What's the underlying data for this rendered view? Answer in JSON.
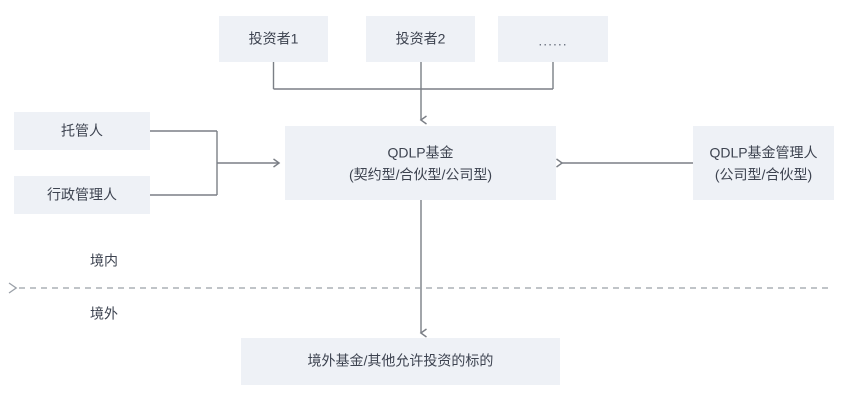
{
  "diagram": {
    "title": "QDLP fund structure diagram",
    "colors": {
      "box_fill": "#eef1f6",
      "text": "#3d4350",
      "connector": "#7b7f86",
      "divider": "#9aa0a8",
      "background": "#ffffff"
    },
    "nodes": {
      "investor1": {
        "label": "投资者1"
      },
      "investor2": {
        "label": "投资者2"
      },
      "investor_more": {
        "label": "......"
      },
      "custodian": {
        "label": "托管人"
      },
      "administrator": {
        "label": "行政管理人"
      },
      "fund": {
        "label_line1": "QDLP基金",
        "label_line2": "(契约型/合伙型/公司型)"
      },
      "manager": {
        "label_line1": "QDLP基金管理人",
        "label_line2": "(公司型/合伙型)"
      },
      "offshore_target": {
        "label": "境外基金/其他允许投资的标的"
      }
    },
    "divider": {
      "label_above": "境内",
      "label_below": "境外"
    }
  }
}
